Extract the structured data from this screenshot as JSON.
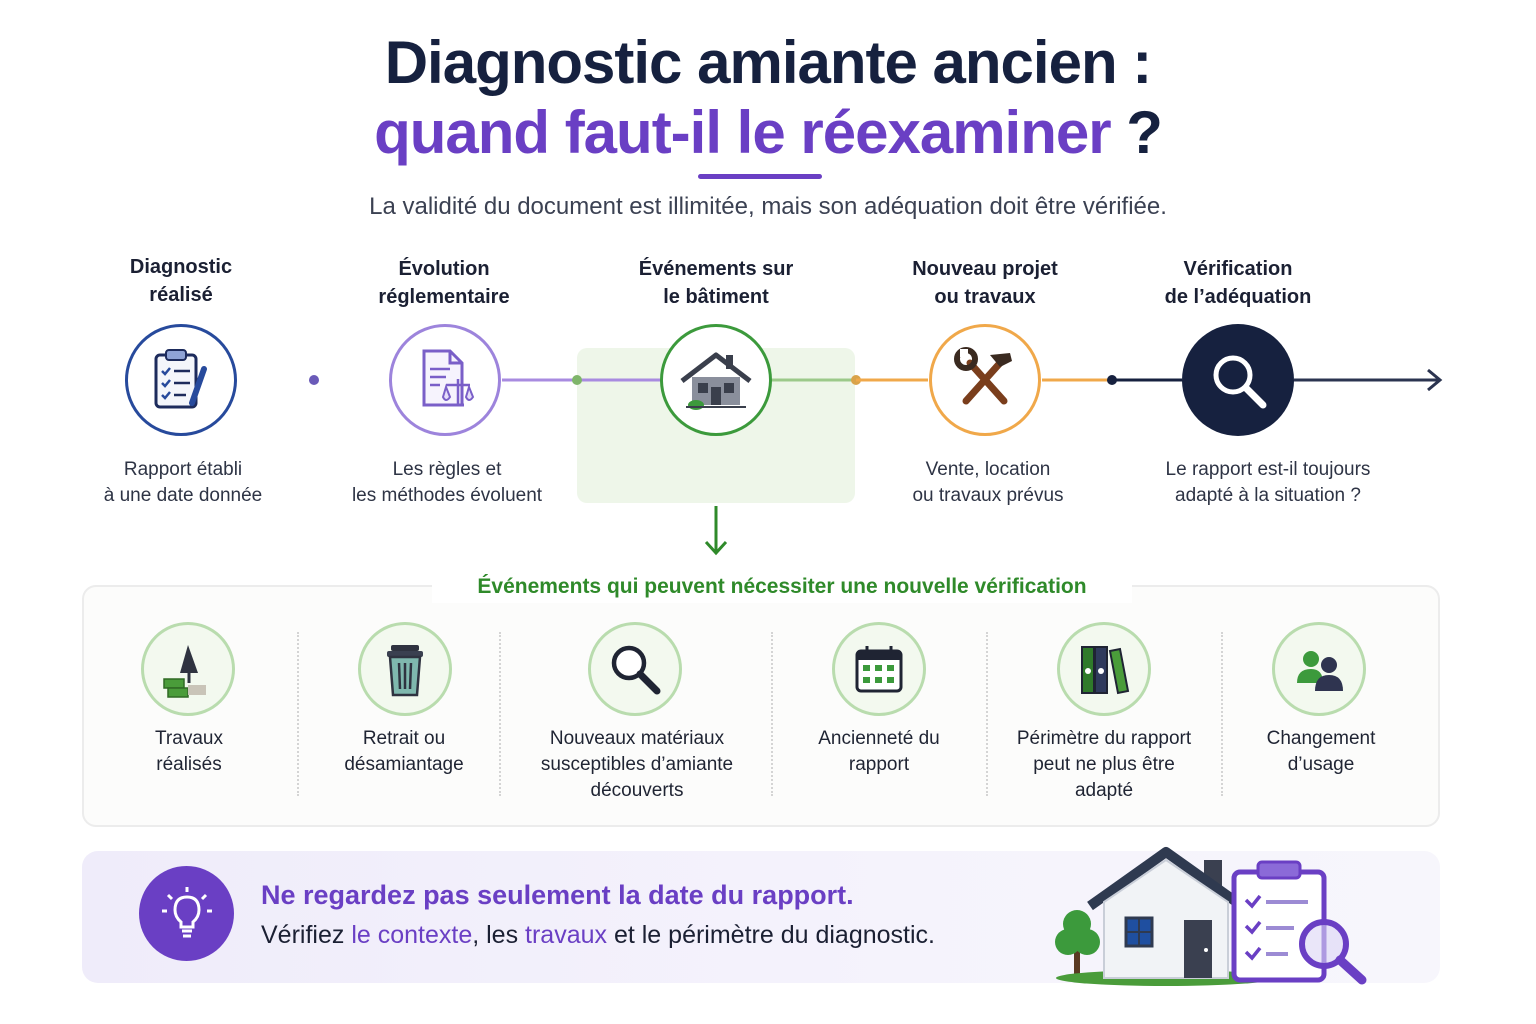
{
  "title": {
    "line1": "Diagnostic amiante ancien :",
    "line2_accent": "quand faut-il le réexaminer",
    "line2_end": " ?",
    "subtitle": "La validité du document est illimitée, mais son adéquation doit être vérifiée."
  },
  "timeline": {
    "steps": [
      {
        "title": "Diagnostic réalisé",
        "icon": "clipboard-checklist-icon",
        "desc": "Rapport établi à une date donnée",
        "color": "#274a9c"
      },
      {
        "title": "Évolution réglementaire",
        "icon": "document-scale-icon",
        "desc": "Les règles et les méthodes évoluent",
        "color": "#8a6ad6"
      },
      {
        "title": "Événements sur le bâtiment",
        "icon": "house-icon",
        "desc": "",
        "color": "#3c9a3c"
      },
      {
        "title": "Nouveau projet ou travaux",
        "icon": "hammer-wrench-icon",
        "desc": "Vente, location ou travaux prévus",
        "color": "#f0a84a"
      },
      {
        "title": "Vérification de l’adéquation",
        "icon": "magnifier-icon",
        "desc": "Le rapport est-il toujours adapté à la situation ?",
        "color": "#16213f"
      }
    ]
  },
  "events": {
    "title": "Événements qui peuvent nécessiter une nouvelle vérification",
    "items": [
      {
        "label": "Travaux réalisés",
        "icon": "trowel-bricks-icon"
      },
      {
        "label": "Retrait ou désamiantage",
        "icon": "trash-bin-icon"
      },
      {
        "label": "Nouveaux matériaux susceptibles d’amiante découverts",
        "icon": "magnifier-icon"
      },
      {
        "label": "Ancienneté du rapport",
        "icon": "calendar-icon"
      },
      {
        "label": "Périmètre du rapport peut ne plus être adapté",
        "icon": "binders-icon"
      },
      {
        "label": "Changement d’usage",
        "icon": "users-icon"
      }
    ]
  },
  "tip": {
    "icon": "lightbulb-icon",
    "line1": "Ne regardez pas seulement la date du rapport.",
    "line2_a": "Vérifiez ",
    "line2_b": "le contexte",
    "line2_c": ", les ",
    "line2_d": "travaux",
    "line2_e": " et le périmètre du diagnostic."
  },
  "colors": {
    "navy": "#16213f",
    "purple": "#6a3fc4",
    "green": "#3c9a3c",
    "orange": "#f0a84a",
    "blue": "#274a9c"
  }
}
